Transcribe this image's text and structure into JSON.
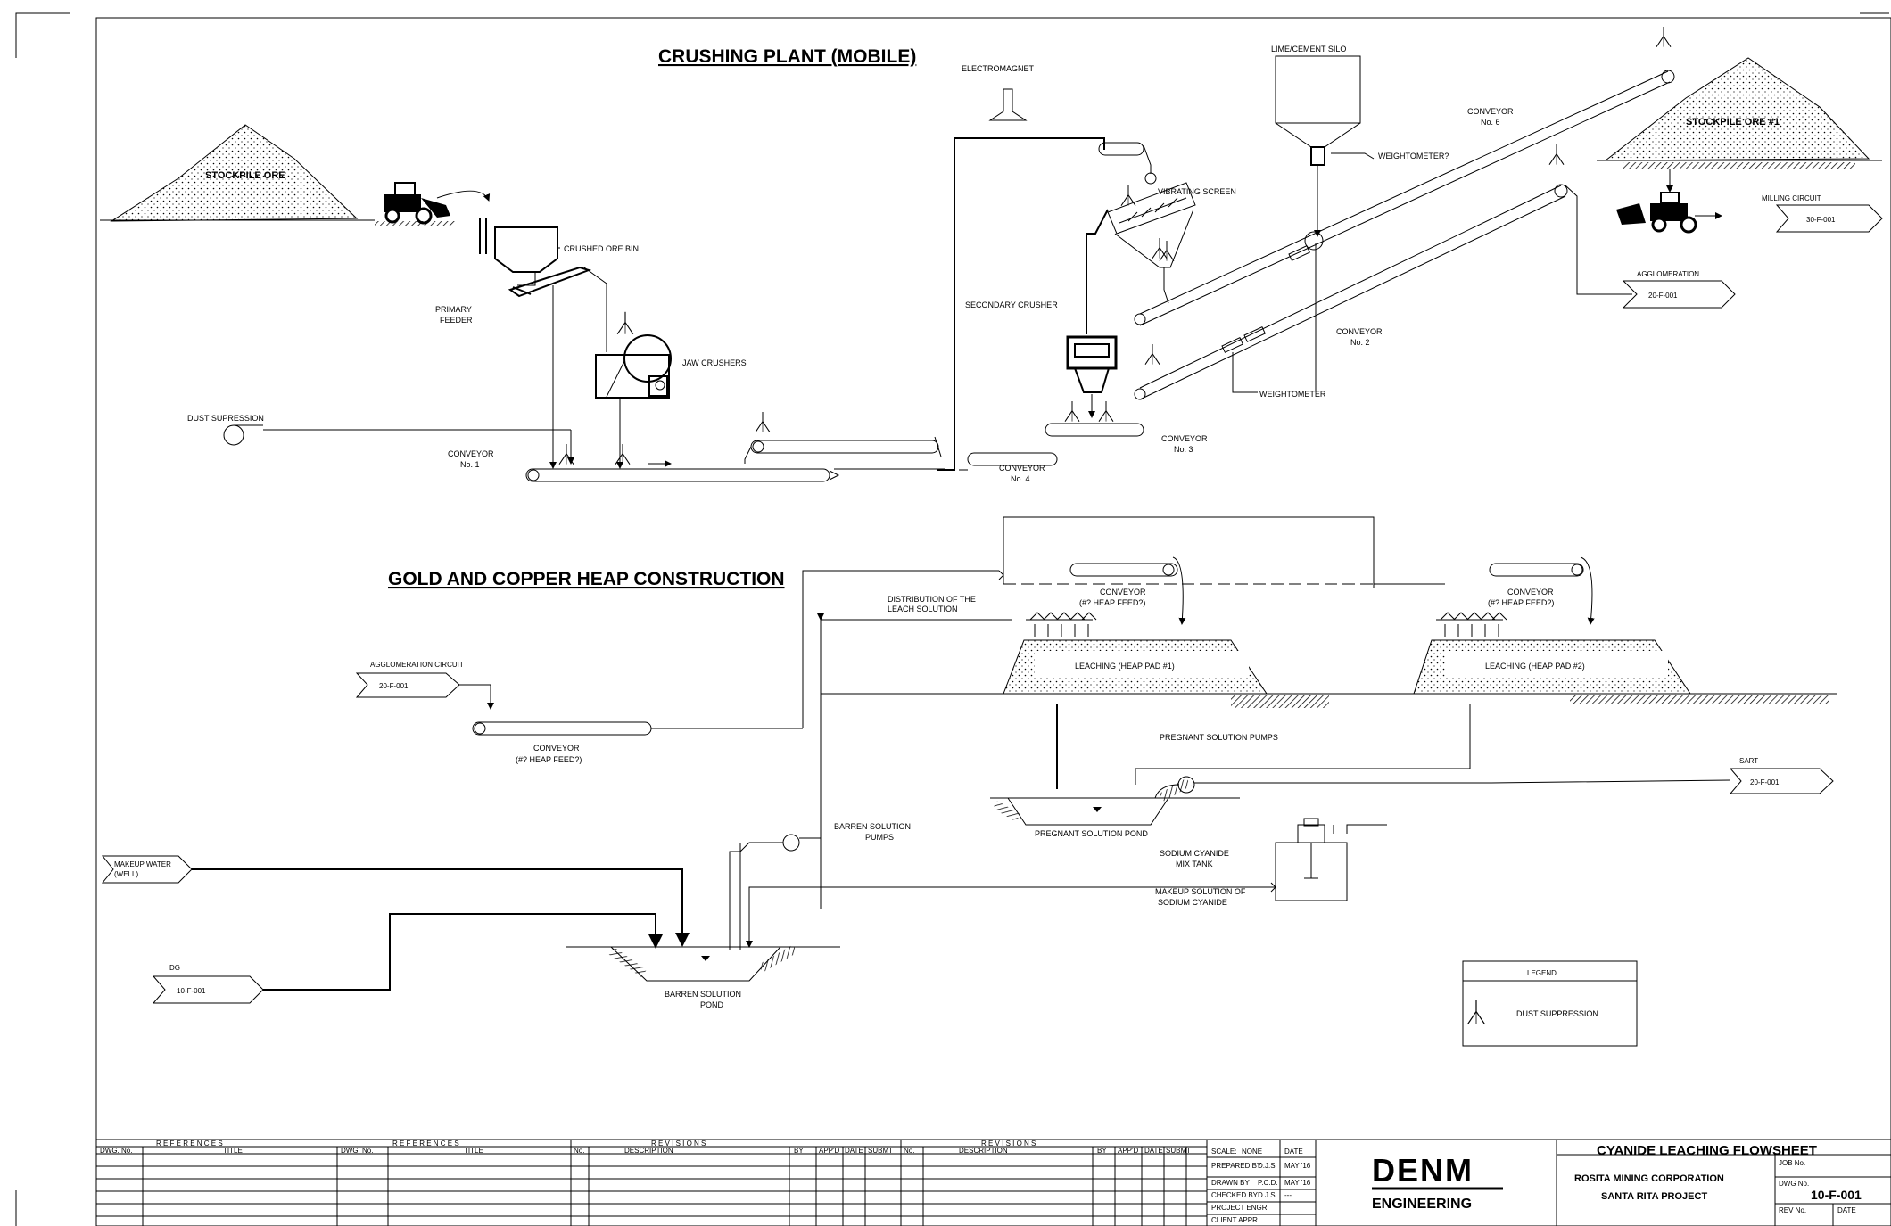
{
  "titles": {
    "crushing": "CRUSHING PLANT (MOBILE)",
    "heap": "GOLD AND COPPER HEAP CONSTRUCTION"
  },
  "labels": {
    "stockpile_ore": "STOCKPILE ORE",
    "stockpile_ore_1": "STOCKPILE ORE #1",
    "crushed_ore_bin": "CRUSHED ORE BIN",
    "primary_feeder_1": "PRIMARY",
    "primary_feeder_2": "FEEDER",
    "jaw_crushers": "JAW CRUSHERS",
    "dust_supression": "DUST SUPRESSION",
    "conveyor1_a": "CONVEYOR",
    "conveyor1_b": "No. 1",
    "electromagnet": "ELECTROMAGNET",
    "lime_silo": "LIME/CEMENT SILO",
    "vibrating_screen": "VIBRATING SCREEN",
    "secondary_crusher": "SECONDARY CRUSHER",
    "conveyor4_a": "CONVEYOR",
    "conveyor4_b": "No. 4",
    "conveyor3_a": "CONVEYOR",
    "conveyor3_b": "No. 3",
    "conveyor2_a": "CONVEYOR",
    "conveyor2_b": "No. 2",
    "conveyor6_a": "CONVEYOR",
    "conveyor6_b": "No. 6",
    "weightometer": "WEIGHTOMETER",
    "weightometer_top": "WEIGHTOMETER?",
    "milling_circuit": "MILLING CIRCUIT",
    "milling_tag": "30-F-001",
    "agglomeration": "AGGLOMERATION",
    "agglomeration_tag": "20-F-001",
    "agglomeration_circuit": "AGGLOMERATION CIRCUIT",
    "agglomeration_circuit_tag": "20-F-001",
    "conveyor_heap_a": "CONVEYOR",
    "conveyor_heap_b": "(#? HEAP FEED?)",
    "distribution_1": "DISTRIBUTION OF THE",
    "distribution_2": "LEACH SOLUTION",
    "conveyor_pad1_a": "CONVEYOR",
    "conveyor_pad1_b": "(#? HEAP FEED?)",
    "conveyor_pad2_a": "CONVEYOR",
    "conveyor_pad2_b": "(#? HEAP FEED?)",
    "leaching_pad1": "LEACHING (HEAP PAD #1)",
    "leaching_pad2": "LEACHING (HEAP PAD #2)",
    "pregnant_pumps": "PREGNANT SOLUTION PUMPS",
    "pregnant_pond": "PREGNANT SOLUTION POND",
    "sart": "SART",
    "sart_tag": "20-F-001",
    "barren_pumps_1": "BARREN SOLUTION",
    "barren_pumps_2": "PUMPS",
    "sodium_tank_1": "SODIUM CYANIDE",
    "sodium_tank_2": "MIX TANK",
    "makeup_cyanide_1": "MAKEUP SOLUTION OF",
    "makeup_cyanide_2": "SODIUM CYANIDE",
    "makeup_water_1": "MAKEUP WATER",
    "makeup_water_2": "(WELL)",
    "dg": "DG",
    "dg_tag": "10-F-001",
    "barren_pond_1": "BARREN SOLUTION",
    "barren_pond_2": "POND"
  },
  "legend": {
    "title": "LEGEND",
    "dust": "DUST SUPPRESSION"
  },
  "title_block": {
    "references_1": "R E F E R E N C E S",
    "references_2": "R E F E R E N C E S",
    "revisions_1": "R E V I S I O N S",
    "revisions_2": "R E V I S I O N S",
    "dwg_no": "DWG. No.",
    "title": "TITLE",
    "no": "No.",
    "description": "DESCRIPTION",
    "by": "BY",
    "appd": "APP'D",
    "date": "DATE",
    "submt": "SUBMT",
    "scale": "SCALE:",
    "scale_val": "NONE",
    "date_h": "DATE",
    "prepared": "PREPARED BY",
    "prepared_val": "D.J.S.",
    "prepared_date": "MAY '16",
    "drawn": "DRAWN BY",
    "drawn_val": "P.C.D.",
    "drawn_date": "MAY '16",
    "checked": "CHECKED BY",
    "checked_val": "D.J.S.",
    "checked_date": "---",
    "project": "PROJECT ENGR",
    "client": "CLIENT APPR.",
    "company": "DENM",
    "company_sub": "ENGINEERING",
    "drawing_title": "CYANIDE LEACHING FLOWSHEET",
    "client_name": "ROSITA MINING CORPORATION",
    "project_name": "SANTA RITA PROJECT",
    "job_no": "JOB No.",
    "dwg_no_h": "DWG No.",
    "dwg_no_val": "10-F-001",
    "rev_no": "REV No.",
    "date_f": "DATE"
  }
}
